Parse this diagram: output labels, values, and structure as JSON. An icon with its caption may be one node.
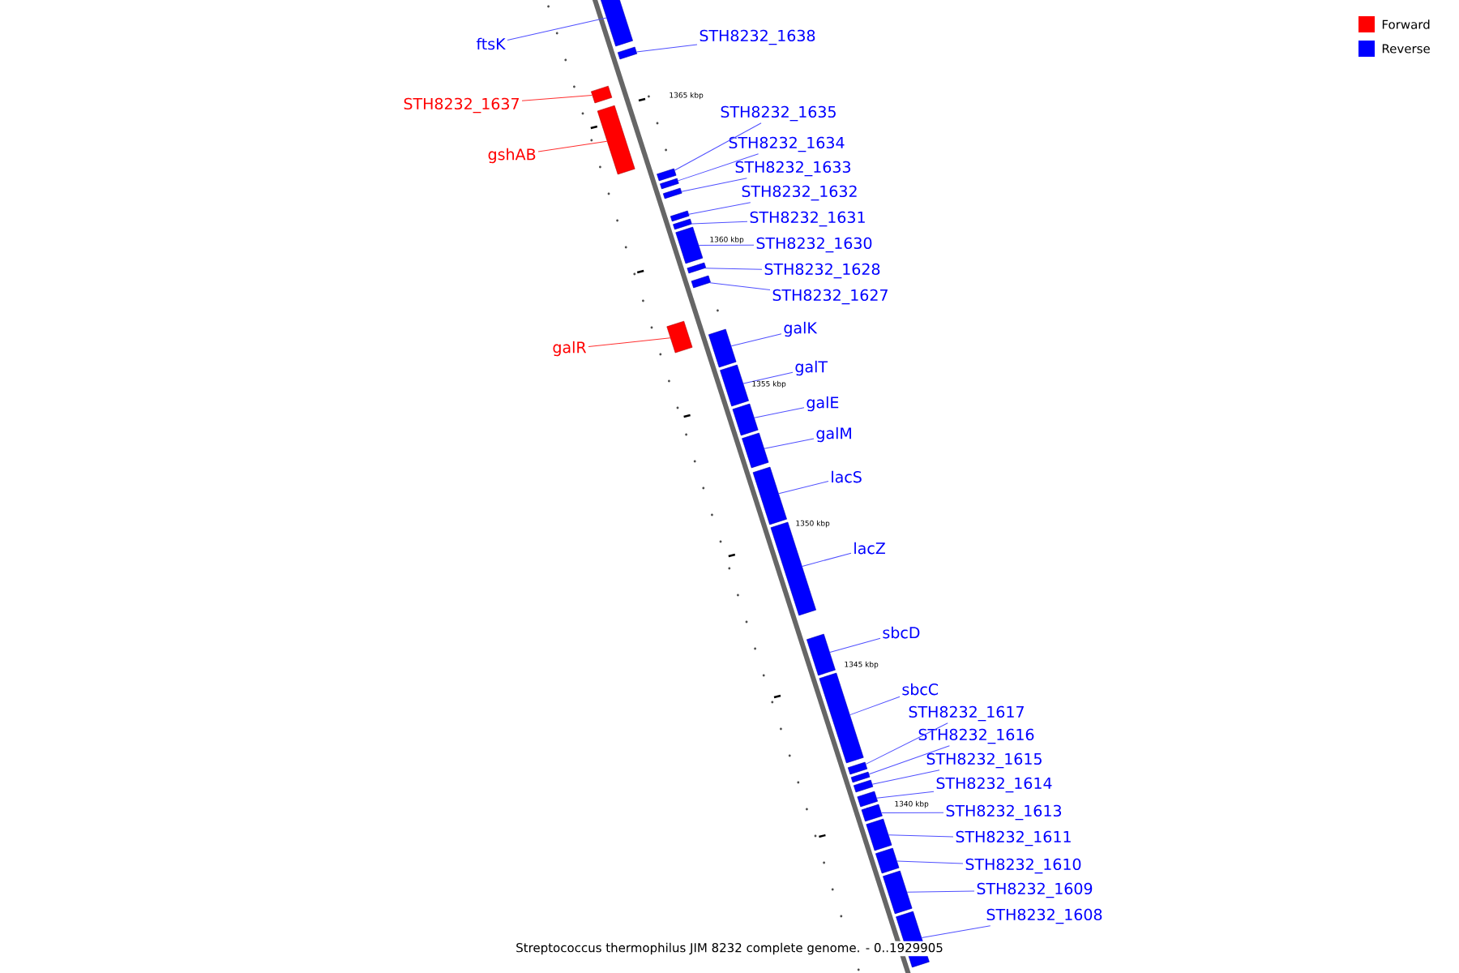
{
  "diagram": {
    "caption": "Streptococcus thermophilus JIM 8232 complete genome. - 0..1929905",
    "nodes": [
      {
        "text": [
          "ftsK"
        ]
      },
      {
        "text": [
          "STH8232_1638"
        ]
      },
      {
        "text": [
          "STH8232_1637"
        ]
      },
      {
        "text": [
          "gshAB"
        ]
      },
      {
        "text": [
          "STH8232_1635"
        ]
      },
      {
        "text": [
          "STH8232_1634"
        ]
      },
      {
        "text": [
          "STH8232_1633"
        ]
      },
      {
        "text": [
          "STH8232_1632"
        ]
      },
      {
        "text": [
          "STH8232_1631"
        ]
      },
      {
        "text": [
          "STH8232_1630"
        ]
      },
      {
        "text": [
          "STH8232_1628"
        ]
      },
      {
        "text": [
          "STH8232_1627"
        ]
      },
      {
        "text": [
          "galR"
        ]
      },
      {
        "text": [
          "galK"
        ]
      },
      {
        "text": [
          "galT"
        ]
      },
      {
        "text": [
          "galE"
        ]
      },
      {
        "text": [
          "galM"
        ]
      },
      {
        "text": [
          "lacS"
        ]
      },
      {
        "text": [
          "lacZ"
        ]
      },
      {
        "text": [
          "sbcD"
        ]
      },
      {
        "text": [
          "sbcC"
        ]
      },
      {
        "text": [
          "STH8232_1617"
        ]
      },
      {
        "text": [
          "STH8232_1616"
        ]
      },
      {
        "text": [
          "STH8232_1615"
        ]
      },
      {
        "text": [
          "STH8232_1614"
        ]
      },
      {
        "text": [
          "STH8232_1613"
        ]
      },
      {
        "text": [
          "STH8232_1611"
        ]
      },
      {
        "text": [
          "STH8232_1610"
        ]
      },
      {
        "text": [
          "STH8232_1609"
        ]
      },
      {
        "text": [
          "STH8232_1608"
        ]
      },
      {
        "text": [],
        "shape": "bar"
      },
      {
        "text": [],
        "shape": "bar"
      },
      {
        "text": [],
        "shape": "bar"
      },
      {
        "text": [],
        "shape": "bar"
      },
      {
        "text": [],
        "shape": "bar"
      },
      {
        "text": [],
        "shape": "bar"
      },
      {
        "text": [],
        "shape": "bar"
      },
      {
        "text": [],
        "shape": "bar"
      },
      {
        "text": [],
        "shape": "bar"
      },
      {
        "text": [],
        "shape": "bar"
      },
      {
        "text": [],
        "shape": "bar"
      },
      {
        "text": [],
        "shape": "bar"
      },
      {
        "text": [],
        "shape": "bar"
      },
      {
        "text": [],
        "shape": "bar"
      },
      {
        "text": [],
        "shape": "bar"
      },
      {
        "text": [],
        "shape": "bar"
      },
      {
        "text": [],
        "shape": "bar"
      },
      {
        "text": [],
        "shape": "bar"
      },
      {
        "text": [],
        "shape": "bar"
      },
      {
        "text": [],
        "shape": "bar"
      },
      {
        "text": [],
        "shape": "bar"
      },
      {
        "text": [],
        "shape": "bar"
      },
      {
        "text": [],
        "shape": "bar"
      },
      {
        "text": [],
        "shape": "bar"
      },
      {
        "text": [],
        "shape": "bar"
      },
      {
        "text": [],
        "shape": "bar"
      },
      {
        "text": [],
        "shape": "bar"
      },
      {
        "text": [],
        "shape": "bar"
      },
      {
        "text": [],
        "shape": "bar"
      },
      {
        "text": [],
        "shape": "bar"
      }
    ],
    "edges": [
      {
        "from": 0,
        "to": 30,
        "arrow": "none"
      },
      {
        "from": 1,
        "to": 31,
        "arrow": "none"
      },
      {
        "from": 2,
        "to": 32,
        "arrow": "none",
        "color": "#ff3030"
      },
      {
        "from": 3,
        "to": 33,
        "arrow": "none",
        "color": "#ff3030"
      },
      {
        "from": 4,
        "to": 34,
        "arrow": "none"
      },
      {
        "from": 5,
        "to": 35,
        "arrow": "none"
      },
      {
        "from": 6,
        "to": 36,
        "arrow": "none"
      },
      {
        "from": 7,
        "to": 37,
        "arrow": "none"
      },
      {
        "from": 8,
        "to": 38,
        "arrow": "none"
      },
      {
        "from": 9,
        "to": 39,
        "arrow": "none"
      },
      {
        "from": 10,
        "to": 40,
        "arrow": "none"
      },
      {
        "from": 11,
        "to": 41,
        "arrow": "none"
      },
      {
        "from": 12,
        "to": 42,
        "arrow": "none",
        "color": "#ff3030"
      },
      {
        "from": 13,
        "to": 43,
        "arrow": "none"
      },
      {
        "from": 14,
        "to": 44,
        "arrow": "none"
      },
      {
        "from": 15,
        "to": 45,
        "arrow": "none"
      },
      {
        "from": 16,
        "to": 46,
        "arrow": "none"
      },
      {
        "from": 17,
        "to": 47,
        "arrow": "none"
      },
      {
        "from": 18,
        "to": 48,
        "arrow": "none"
      },
      {
        "from": 19,
        "to": 49,
        "arrow": "none"
      },
      {
        "from": 20,
        "to": 50,
        "arrow": "none"
      },
      {
        "from": 21,
        "to": 51,
        "arrow": "none"
      },
      {
        "from": 22,
        "to": 52,
        "arrow": "none"
      },
      {
        "from": 23,
        "to": 53,
        "arrow": "none"
      },
      {
        "from": 24,
        "to": 54,
        "arrow": "none"
      },
      {
        "from": 25,
        "to": 55,
        "arrow": "none"
      },
      {
        "from": 26,
        "to": 56,
        "arrow": "none"
      },
      {
        "from": 27,
        "to": 57,
        "arrow": "none"
      },
      {
        "from": 28,
        "to": 58,
        "arrow": "none"
      },
      {
        "from": 29,
        "to": 59,
        "arrow": "none"
      }
    ],
    "labels": [
      "1365 kbp",
      "1360 kbp",
      "1355 kbp",
      "1350 kbp",
      "1345 kbp",
      "1340 kbp"
    ],
    "legend": [
      {
        "text": "Forward",
        "color": "#ff0000"
      },
      {
        "text": "Reverse",
        "color": "#0000ff"
      }
    ]
  }
}
